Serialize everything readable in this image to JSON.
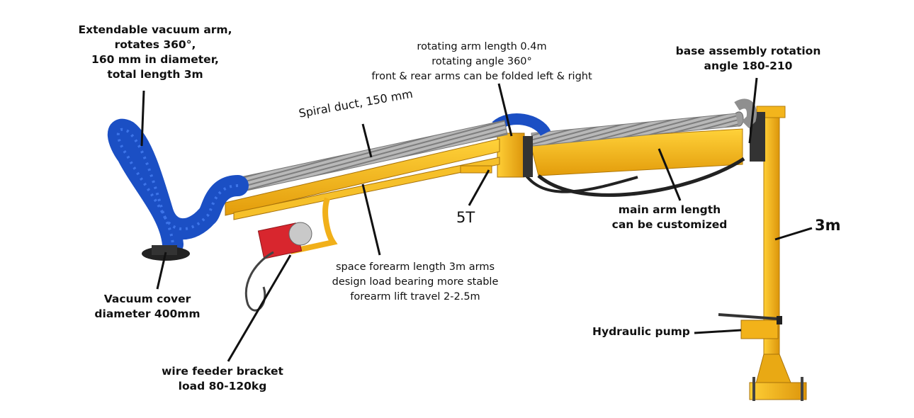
{
  "labels": {
    "vacuum_arm": [
      "Extendable vacuum arm,",
      "rotates 360°,",
      "160 mm in diameter,",
      "total length 3m"
    ],
    "spiral_duct": "Spiral duct, 150 mm",
    "rotating_arm": [
      "rotating arm length 0.4m",
      "rotating angle 360°",
      "front & rear arms can be folded left & right"
    ],
    "base_rotation": [
      "base assembly rotation",
      "angle 180-210"
    ],
    "load_5t": "5T",
    "main_arm": [
      "main arm length",
      "can be customized"
    ],
    "height_3m": "3m",
    "forearm": [
      "space forearm length 3m arms",
      "design load bearing more stable",
      "forearm lift travel 2-2.5m"
    ],
    "vacuum_cover": [
      "Vacuum cover",
      "diameter 400mm"
    ],
    "hydraulic_pump": "Hydraulic pump",
    "wire_feeder": [
      "wire feeder bracket",
      "load 80-120kg"
    ]
  },
  "colors": {
    "arm_yellow": "#f2b519",
    "arm_shadow": "#c98a0c",
    "hose_blue": "#1b4fc4",
    "duct_gray": "#a9a9a9",
    "feeder_red": "#d8262e"
  }
}
